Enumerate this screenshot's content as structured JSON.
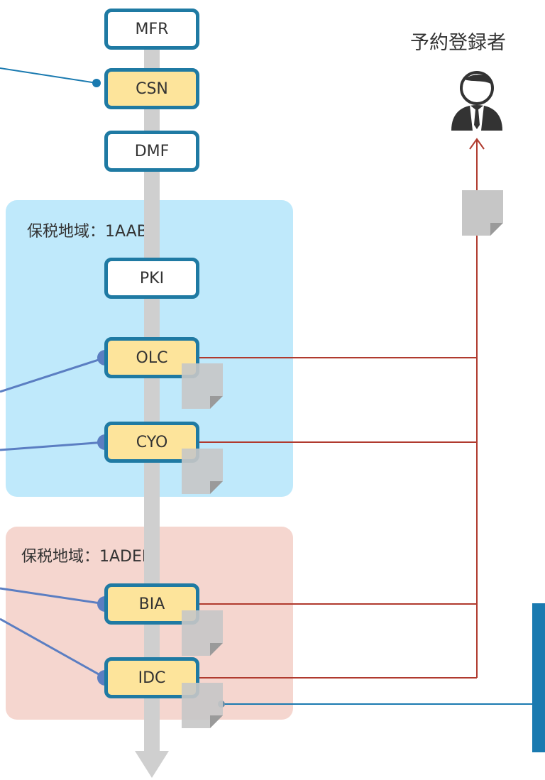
{
  "zones": {
    "blue_label": "保税地域：1AABC",
    "red_label": "保税地域：1ADEF"
  },
  "statuses": {
    "mfr": "MFR",
    "csn": "CSN",
    "dmf": "DMF",
    "pki": "PKI",
    "olc": "OLC",
    "cyo": "CYO",
    "bia": "BIA",
    "idc": "IDC"
  },
  "person": {
    "label": "予約登録者",
    "icon": "person-icon"
  },
  "colors": {
    "status_border": "#1f7aa3",
    "status_highlight": "#fde49b",
    "zone_blue": "#bfe9fb",
    "zone_red": "#f5d6cf",
    "flow_line": "#b03a2e",
    "input_line": "#5b7ec2",
    "accent_blue": "#1a7ab0"
  }
}
